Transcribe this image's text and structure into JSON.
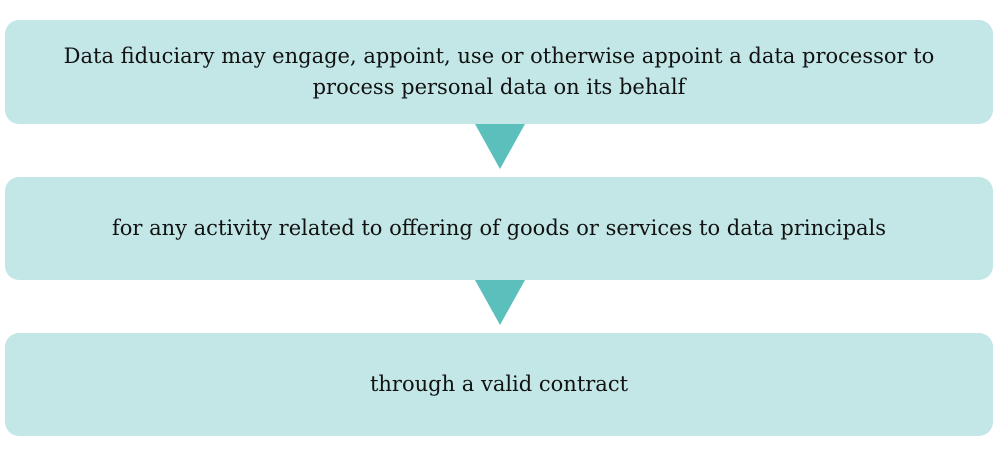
{
  "flow": {
    "steps": [
      {
        "text": "Data fiduciary may engage, appoint, use or otherwise appoint a data processor to process personal data on its behalf"
      },
      {
        "text": "for any activity related to offering of goods or services to data principals"
      },
      {
        "text": "through a valid contract"
      }
    ]
  },
  "colors": {
    "box_fill": "#c2e7e6",
    "arrow_fill": "#5bbfbc",
    "text": "#111111"
  }
}
